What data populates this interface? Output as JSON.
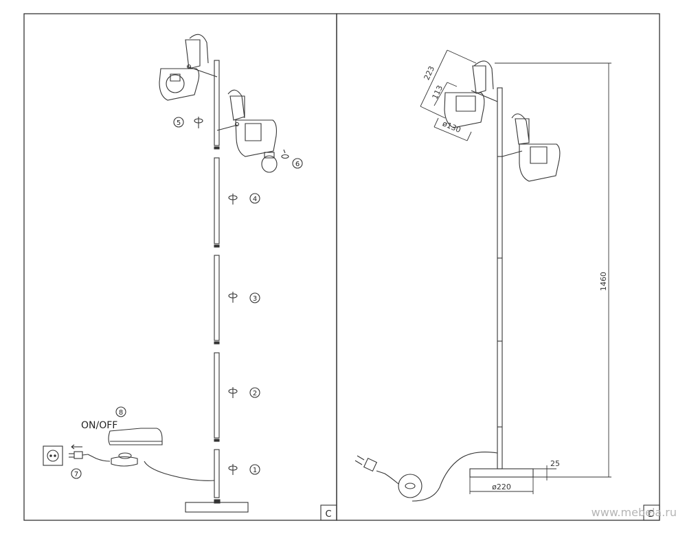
{
  "panel_c": {
    "panel_letter": "C",
    "switch_label": "ON/OFF",
    "steps": [
      "1",
      "2",
      "3",
      "4",
      "5",
      "6",
      "7",
      "8"
    ]
  },
  "panel_d": {
    "panel_letter": "D",
    "dimensions": {
      "total_height": "1460",
      "shade_height": "223",
      "shade_inner_height": "113",
      "shade_diameter": "ø130",
      "base_diameter": "ø220",
      "base_thickness": "25"
    }
  },
  "watermark": "www.mebelа.ru"
}
